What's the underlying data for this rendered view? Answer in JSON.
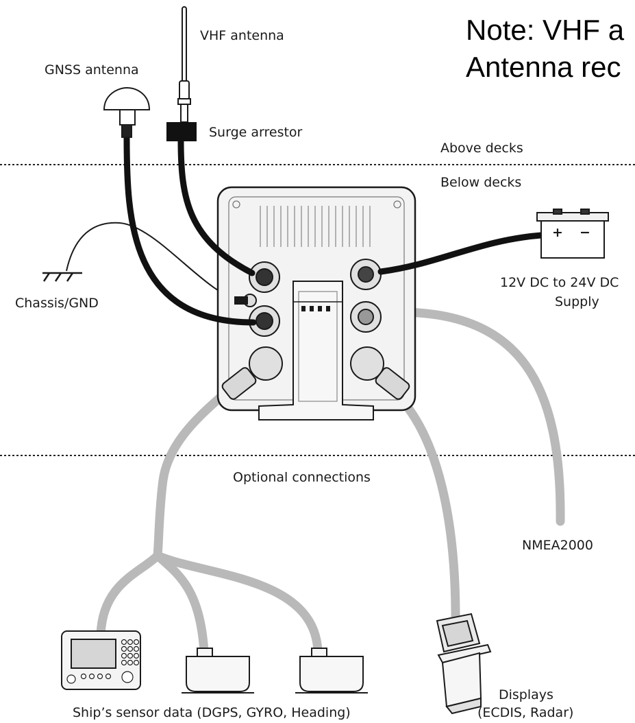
{
  "note": {
    "line1": "Note: VHF a",
    "line2": "Antenna rec"
  },
  "labels": {
    "vhf_antenna": "VHF antenna",
    "gnss_antenna": "GNSS antenna",
    "surge_arrestor": "Surge arrestor",
    "above_decks": "Above decks",
    "below_decks": "Below decks",
    "chassis_gnd": "Chassis/GND",
    "supply_line1": "12V DC to 24V DC",
    "supply_line2": "Supply",
    "battery_plus": "+",
    "battery_minus": "−",
    "optional_connections": "Optional connections",
    "nmea2000": "NMEA2000",
    "ship_sensor_data": "Ship’s sensor data (DGPS, GYRO, Heading)",
    "displays_line1": "Displays",
    "displays_line2": "(ECDIS, Radar)"
  },
  "colors": {
    "line": "#1a1a1a",
    "power_cable": "#111111",
    "optional_cable": "#b9b9b9",
    "device_body": "#f4f4f4",
    "screen": "#d6d6d6"
  }
}
